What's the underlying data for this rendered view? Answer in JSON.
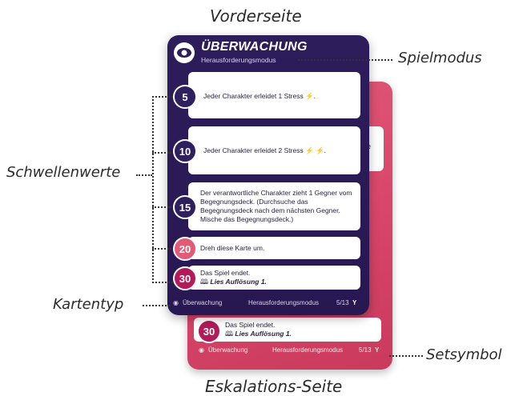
{
  "labels": {
    "front_side": "Vorderseite",
    "escalation_side": "Eskalations-Seite",
    "game_mode": "Spielmodus",
    "thresholds": "Schwellenwerte",
    "card_type": "Kartentyp",
    "set_symbol": "Setsymbol"
  },
  "front_card": {
    "title": "ÜBERWACHUNG",
    "mode": "Herausforderungsmodus",
    "thresholds": [
      {
        "value": "5",
        "text": "Jeder Charakter erleidet 1 Stress ⚡."
      },
      {
        "value": "10",
        "text": "Jeder Charakter erleidet 2 Stress ⚡ ⚡."
      },
      {
        "value": "15",
        "text": "Der verantwortliche Charakter zieht 1 Gegner vom Begegnungsdeck. (Durchsuche das Begegnungsdeck nach dem nächsten Gegner. Mische das Begegnungsdeck.)"
      },
      {
        "value": "20",
        "text": "Dreh diese Karte um."
      },
      {
        "value": "30",
        "text_line1": "Das Spiel endet.",
        "text_line2": "Lies Auflösung 1."
      }
    ],
    "footer": {
      "type": "Überwachung",
      "mode": "Herausforderungsmodus",
      "number": "5/13"
    }
  },
  "back_card": {
    "peek_text": "ne",
    "end_value": "30",
    "end_line1": "Das Spiel endet.",
    "end_line2": "Lies Auflösung 1.",
    "footer": {
      "type": "Überwachung",
      "mode": "Herausforderungsmodus",
      "number": "5/13"
    }
  },
  "colors": {
    "front": "#2d1d5b",
    "back": "#d8466a",
    "pink_circle": "#e25a78",
    "magenta_circle": "#b21a5a"
  }
}
